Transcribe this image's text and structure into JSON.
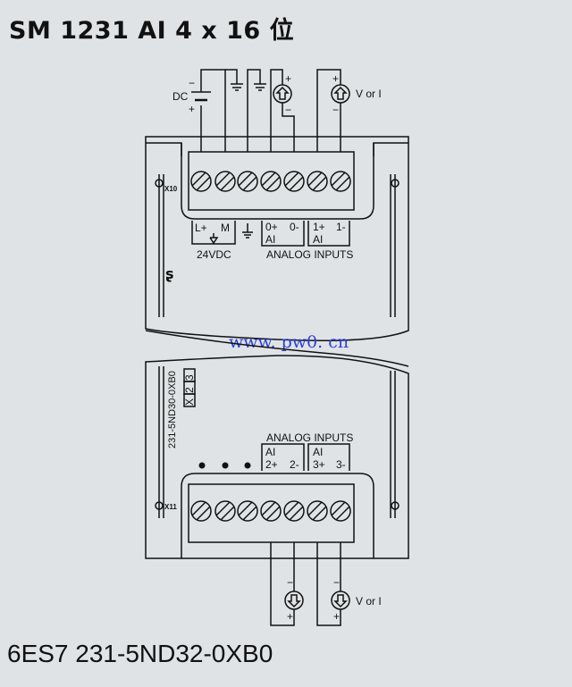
{
  "title": "SM 1231 AI 4 x 16 位",
  "part_number": "6ES7 231-5ND32-0XB0",
  "watermark": "www. pw0. cn",
  "top_connector": {
    "id": "X10",
    "supply_label": "DC",
    "source_label": "V or I",
    "plus": "+",
    "minus": "−",
    "terminals": [
      "L+",
      "M",
      "0+",
      "0-",
      "1+",
      "1-"
    ],
    "ai_label": "AI",
    "supply_group": "24VDC",
    "group_label": "ANALOG INPUTS"
  },
  "bottom_connector": {
    "id": "X11",
    "source_label": "V or I",
    "plus": "+",
    "minus": "−",
    "terminals": [
      "2+",
      "2-",
      "3+",
      "3-"
    ],
    "ai_label": "AI",
    "group_label": "ANALOG INPUTS",
    "order_code": "231-5ND30-0XB0",
    "version_boxes": [
      "X",
      "2",
      "3"
    ]
  },
  "colors": {
    "background": "#dfe3e6",
    "watermark": "#2a3fd6"
  }
}
